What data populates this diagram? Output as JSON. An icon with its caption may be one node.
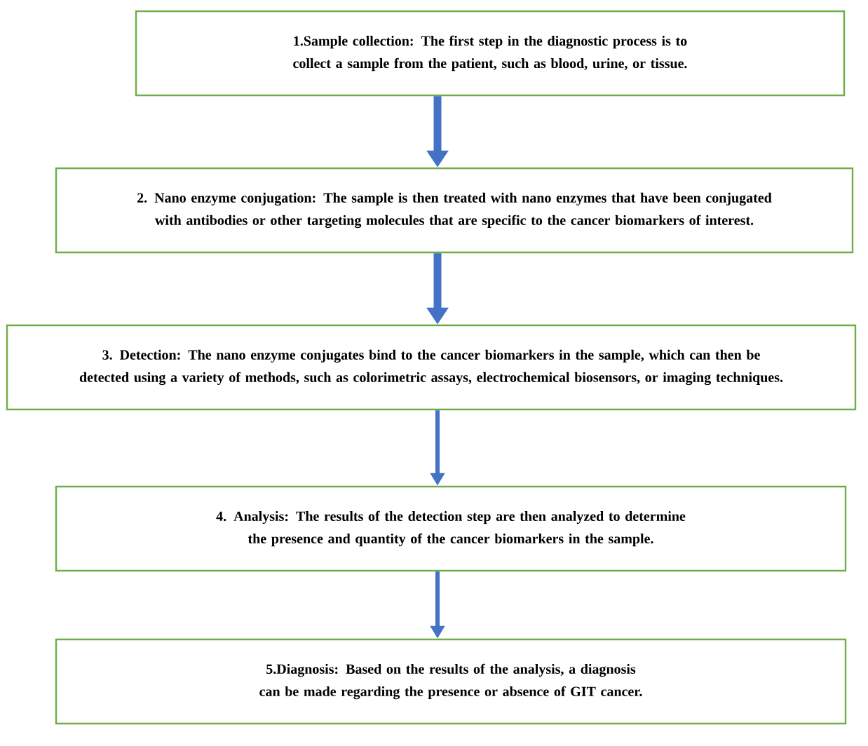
{
  "diagram": {
    "nodes": [
      {
        "text": [
          "1.Sample collection: The first step in the diagnostic process is to collect a sample from the patient, such as blood, urine, or tissue."
        ]
      },
      {
        "text": [
          "2. Nano enzyme conjugation: The sample is then treated with nano enzymes that have been conjugated with antibodies or other targeting molecules that are specific to the cancer biomarkers of interest."
        ]
      },
      {
        "text": [
          "3. Detection: The nano enzyme conjugates bind to the cancer biomarkers in the sample, which can then be detected using a variety of methods, such as colorimetric assays, electrochemical biosensors, or imaging techniques."
        ]
      },
      {
        "text": [
          "4. Analysis: The results of the detection step are then analyzed to determine the presence and quantity of the cancer biomarkers in the sample."
        ]
      },
      {
        "text": [
          "5.Diagnosis: Based on the results of the analysis, a diagnosis can be made regarding the presence or absence of GIT cancer."
        ]
      }
    ],
    "edges": [
      {
        "from": 0,
        "to": 1,
        "arrow": "to",
        "style": "thick"
      },
      {
        "from": 1,
        "to": 2,
        "arrow": "to",
        "style": "thick"
      },
      {
        "from": 2,
        "to": 3,
        "arrow": "to"
      },
      {
        "from": 3,
        "to": 4,
        "arrow": "to"
      }
    ]
  }
}
